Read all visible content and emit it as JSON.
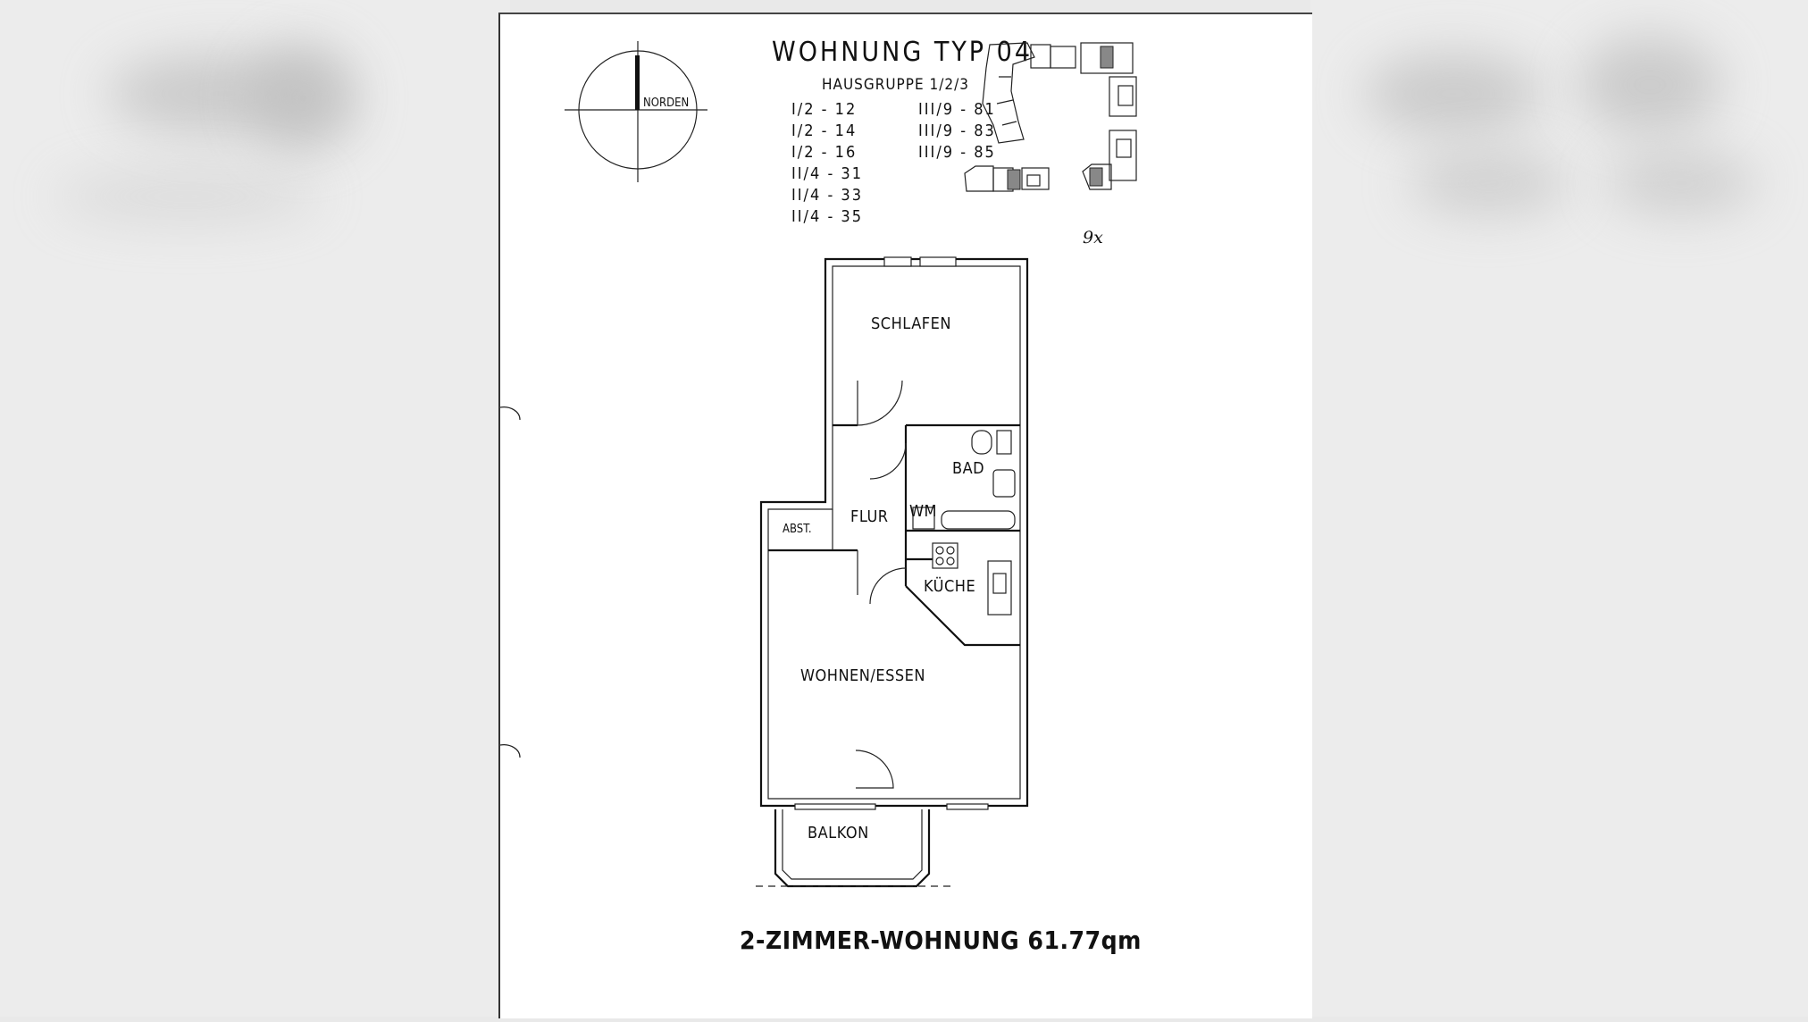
{
  "plan": {
    "title": "WOHNUNG TYP 04",
    "subtitle": "HAUSGRUPPE 1/2/3",
    "compass_label": "NORDEN",
    "units_left": [
      "I/2 - 12",
      "I/2 - 14",
      "I/2 - 16",
      "II/4 - 31",
      "II/4 - 33",
      "II/4 - 35"
    ],
    "units_right": [
      "III/9 - 81",
      "III/9 - 83",
      "III/9 - 85"
    ],
    "count_note": "9x",
    "rooms": {
      "schlafen": "SCHLAFEN",
      "bad": "BAD",
      "wm": "WM",
      "flur": "FLUR",
      "abst": "ABST.",
      "kueche": "KÜCHE",
      "wohnen": "WOHNEN/ESSEN",
      "balkon": "BALKON"
    },
    "footer": "2-ZIMMER-WOHNUNG 61.77qm"
  }
}
